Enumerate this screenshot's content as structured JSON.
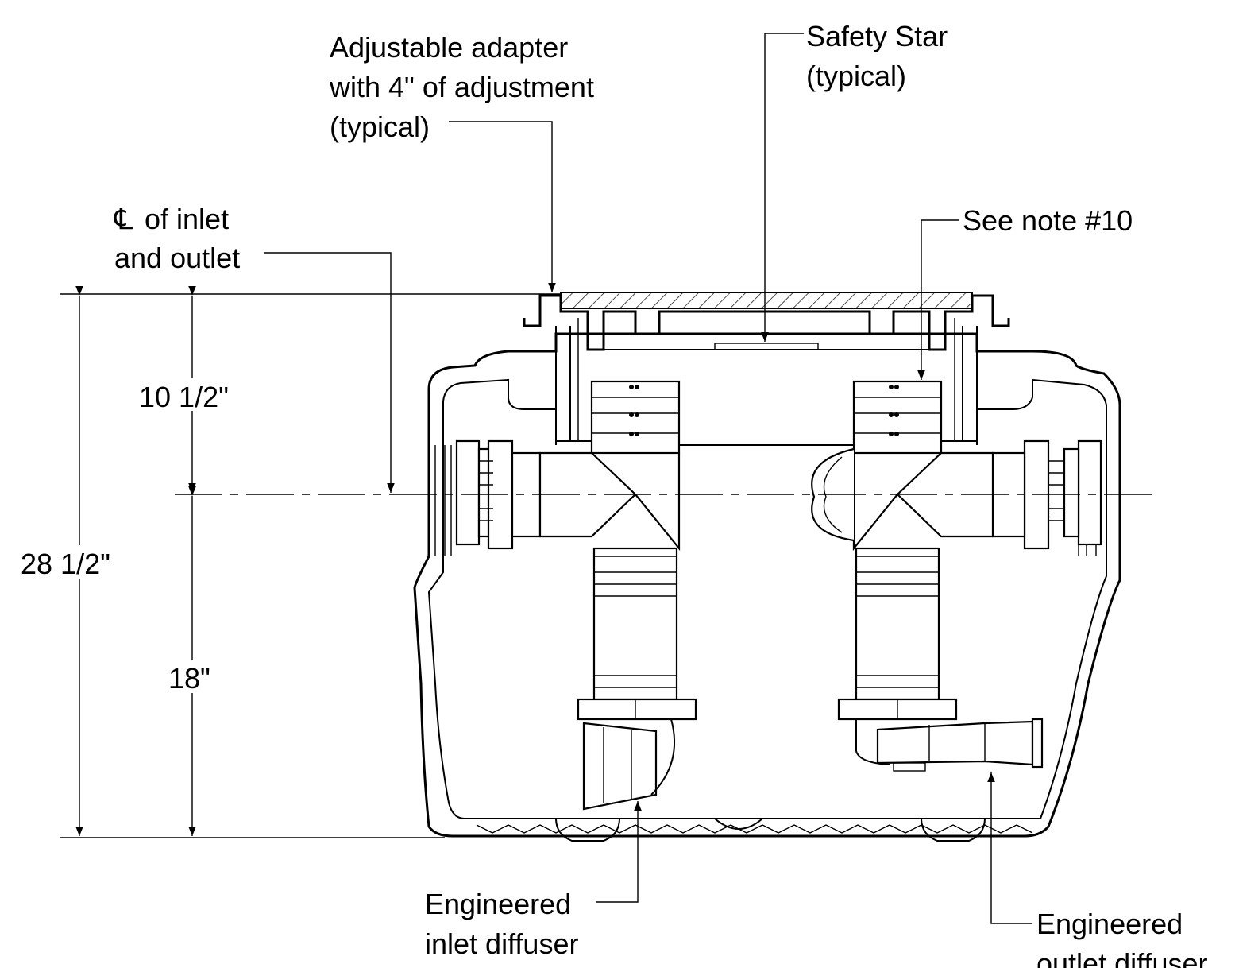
{
  "labels": {
    "adjustable_adapter": [
      "Adjustable adapter",
      "with 4\" of adjustment",
      "(typical)"
    ],
    "safety_star": [
      "Safety Star",
      "(typical)"
    ],
    "centerline": [
      "of inlet",
      "and outlet"
    ],
    "centerline_symbol": "℄",
    "see_note": "See note #10",
    "inlet_diffuser": [
      "Engineered",
      "inlet diffuser"
    ],
    "outlet_diffuser": [
      "Engineered",
      "outlet diffuser"
    ]
  },
  "dimensions": {
    "upper": "10 1/2\"",
    "lower": "18\"",
    "overall": "28 1/2\""
  }
}
